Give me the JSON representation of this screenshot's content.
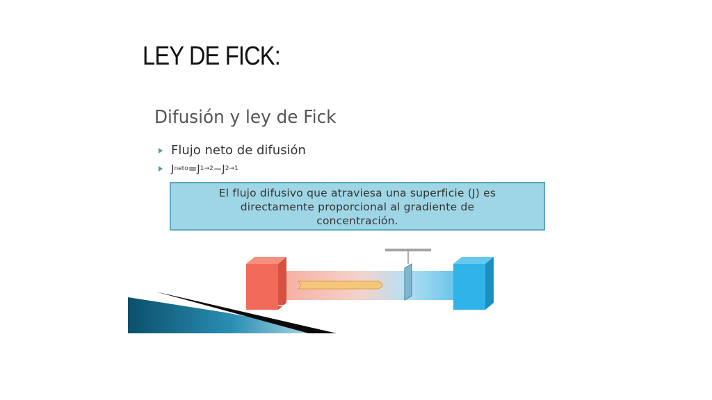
{
  "slide": {
    "title": "LEY DE FICK:"
  },
  "figure": {
    "heading": "Difusión y ley de Fick",
    "bullets": [
      {
        "text": "Flujo neto de difusión"
      },
      {
        "J": "J",
        "neto_sub": "neto",
        "eq": "=J",
        "sub1": "1→2",
        "minus": "−J",
        "sub2": "2→1"
      }
    ],
    "definition_lines": [
      "El flujo difusivo que atraviesa una superficie (J) es",
      "directamente proporcional al gradiente de",
      "concentración."
    ],
    "colors": {
      "box_fill": "#9fd6e6",
      "box_border": "#5aa7c2",
      "high_conc": "#f26a5a",
      "low_conc": "#2fb3e8",
      "accent_dark": "#0b4f6c"
    }
  }
}
